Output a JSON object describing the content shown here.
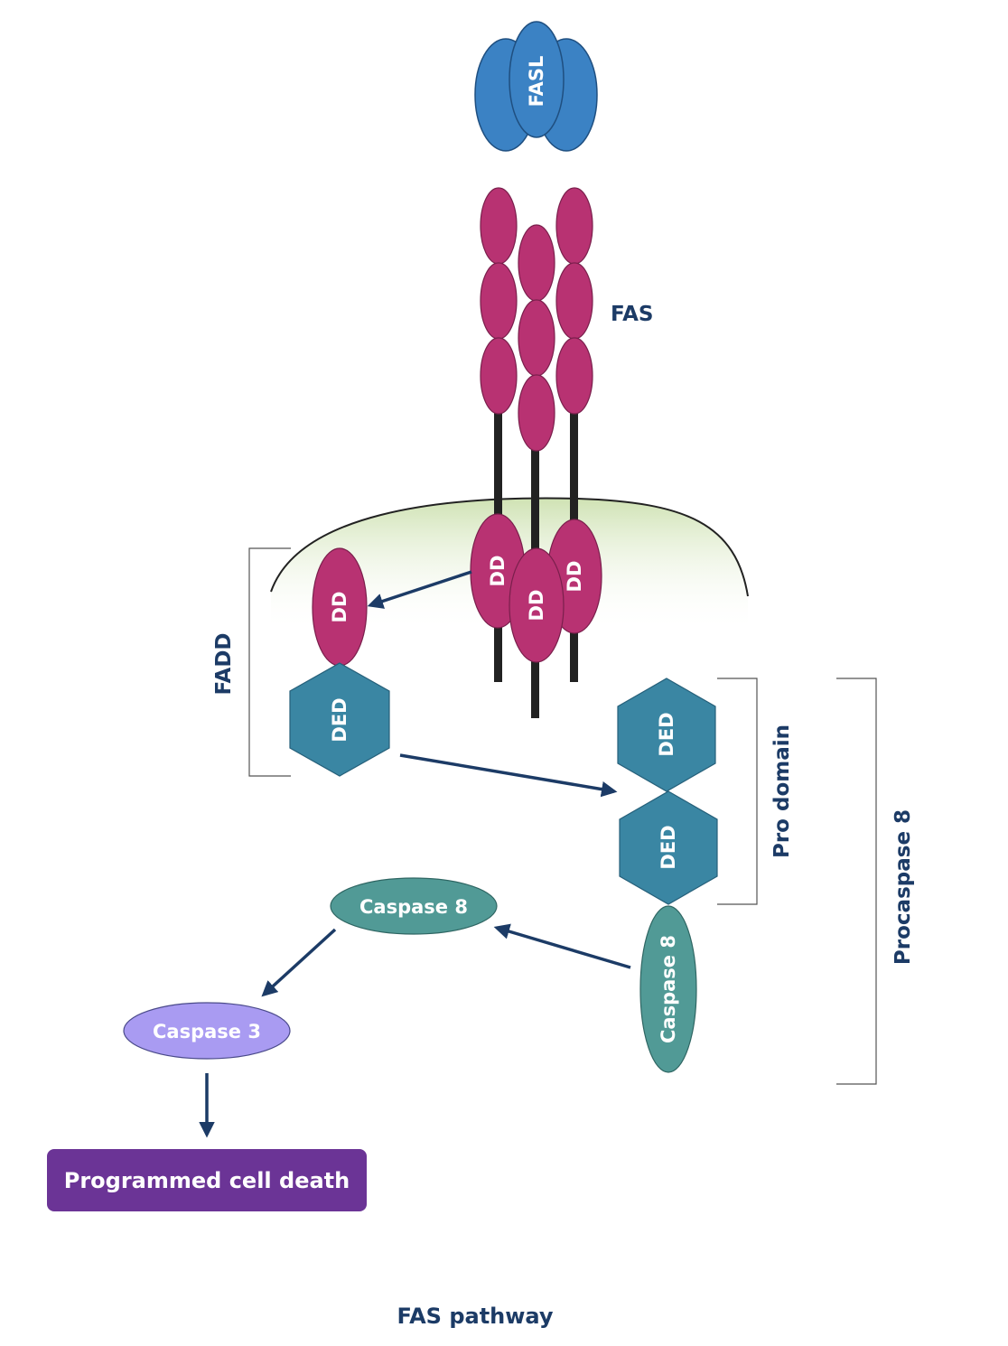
{
  "colors": {
    "fasl": "#3b82c4",
    "fas": "#b83272",
    "ded": "#3a86a3",
    "caspase8": "#519a96",
    "caspase3": "#a99bf2",
    "death": "#6b3496",
    "navy": "#1c3b66",
    "membrane_fill": "#dfeccd"
  },
  "labels": {
    "fasl": "FASL",
    "fas": "FAS",
    "dd": "DD",
    "ded": "DED",
    "fadd": "FADD",
    "pro_domain": "Pro domain",
    "procaspase8": "Procaspase 8",
    "caspase8": "Caspase 8",
    "caspase3": "Caspase 3",
    "death": "Programmed cell death",
    "caption": "FAS pathway"
  }
}
